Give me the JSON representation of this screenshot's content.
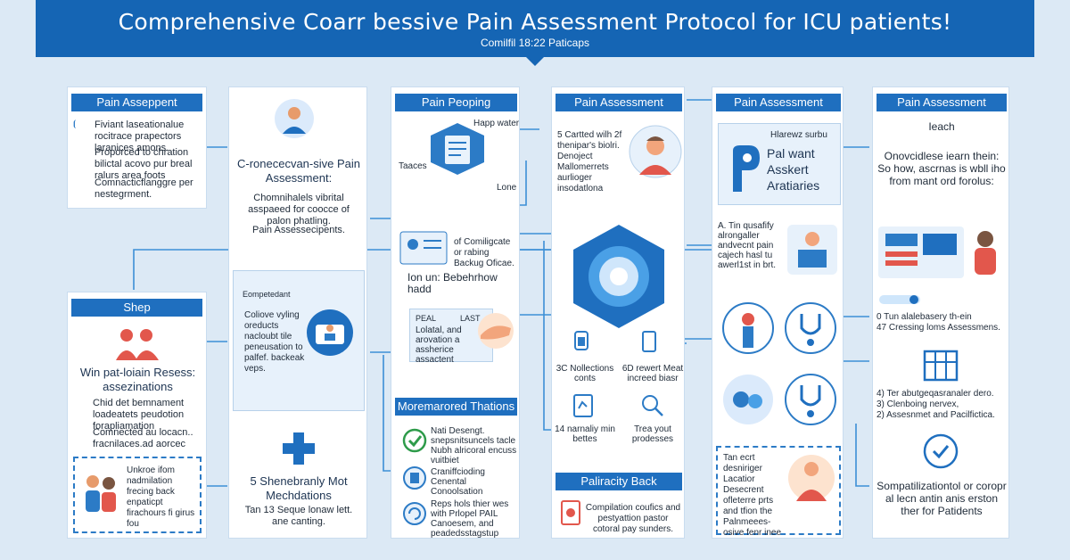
{
  "banner": {
    "title": "Comprehensive Coarr  bessive Pain Assessment Protocol for ICU patients!",
    "subtitle": "Comilfil 18:22 Paticaps"
  },
  "col1": {
    "header": "Pain Asseppent",
    "bullets": [
      "Fiviant laseationalue rocitrace prapectors laranices amons.",
      "Proporced to chration bilictal acovo pur breal ralurs area foots",
      "Comnacticflanggre per nestegrment."
    ],
    "shep_header": "Shep",
    "shep_title": "Win pat-loiain Resess: assezinations",
    "shep_bullets": [
      "Chid det bemnament loadeatets peudotion forapliamation",
      "Comnected au locacn.. fracnilaces.ad aorcec"
    ],
    "boxed_text": "Unkroe ifom nadmilation frecing back enpaticpt firachours fi girus fou"
  },
  "col2": {
    "title": "C-ronececvan-sive Pain Assessment:",
    "desc": "Chomnihalels vibrital asspaeed for coocce of palon phatling.",
    "sub": "Pain Assessecipents.",
    "card_bullets": [
      "Eompetedant",
      "Coliove vyling oreducts nacloubt tile peneusation to palfef. backeak veps."
    ],
    "foot_title": "5 Shenebranly Mot Mechdations",
    "foot_desc": "Tan 13 Seque lonaw lett. ane canting."
  },
  "col3": {
    "header": "Pain Peoping",
    "note1": "Happ water",
    "note2": "Taaces",
    "note3": "Lone",
    "card_text": "of Comiligcate or rabing Backug Oficae.",
    "card_title": "Ion un: Bebehrhow hadd",
    "clip_text": "Lolatal, and arovation a assherice assactent",
    "clip_lab1": "PEAL",
    "clip_lab2": "LAST",
    "mod_header": "Moremarored Thations",
    "mod_items": [
      "Nati Desengt. snepsnitsuncels tacle Nubh alricoral encuss vuitbiet",
      "Craniffcioding Cenental Conoolsation",
      "Reps hols thier wes with Prlopel PAIL Canoesem, and peadedsstagstup"
    ]
  },
  "col4": {
    "header": "Pain Assessment",
    "profile_text": "5 Cartted wilh 2f thenipar's biolri. Denoject Mallomerrets aurlioger insodatlona",
    "counts": [
      "3C Nollections conts",
      "6D rewert Meat increed biasr"
    ],
    "actions": [
      "14 narnaliy min bettes",
      "Trea yout prodesses"
    ],
    "feedback_header": "Paliracity Back",
    "feedback_text": "Compilation coufics and pestyattion pastor cotoral pay sunders."
  },
  "col5": {
    "header": "Pain Assessment",
    "card_label": "Hlarewz surbu",
    "card_title": "Pal want Asskert Aratiaries",
    "note": "A. Tin qusafify alrongaller andvecnt pain cajech hasl tu awerl1st in brt.",
    "boxed_text": "Tan ecrt desniriger Lacatior Desecrent ofleterre prts and tfion the Palnmeees-osive fenr inee"
  },
  "col6": {
    "header": "Pain Assessment",
    "sub": "Ieach",
    "intro": "Onovcidlese iearn thein: So how, ascrnas is wbll iho from mant ord forolus:",
    "steps_a": [
      "0 Tun alalebasery th-ein",
      "47 Cressing loms Assessmens."
    ],
    "steps_b": [
      "4) Ter abutgeqasranaler dero.",
      "3) Clenboing nervex,",
      "2) Assesnmet and Pacilfictica."
    ],
    "foot": "Sompatilizationtol or coropr al lecn antin anis erston ther for Patidents"
  },
  "colors": {
    "banner": "#1565b4",
    "header": "#1f6fbf",
    "accent": "#3d8fd6",
    "background": "#dce9f5",
    "warn": "#e2574c",
    "ok": "#2e9b4a"
  }
}
